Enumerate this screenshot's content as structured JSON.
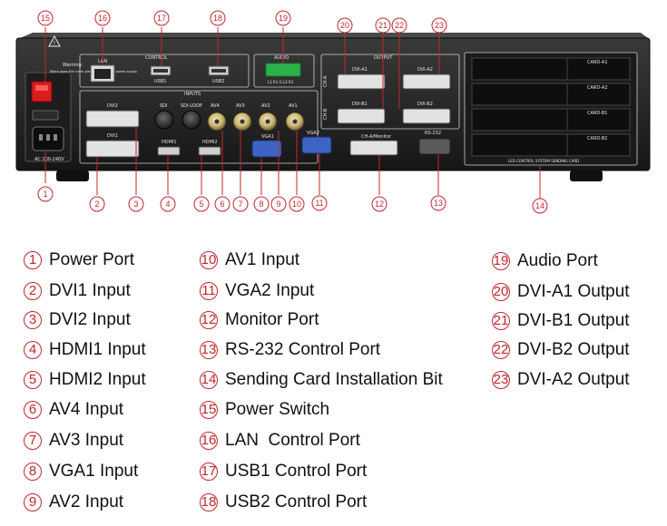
{
  "panel": {
    "warning_title": "Warning:",
    "warning_text": "When open the cover,please remove the power supply",
    "lan": "LAN",
    "control": "CONTROL",
    "usb1": "USB1",
    "usb2": "USB2",
    "audio": "AUDIO",
    "audio_pins": "L1 R1 G L2 R2",
    "output": "OUTPUT",
    "ch_a": "CH-A",
    "ch_b": "CH-B",
    "dvi_a1": "DVI-A1",
    "dvi_a2": "DVI-A2",
    "dvi_b1": "DVI-B1",
    "dvi_b2": "DVI-B2",
    "inputs": "INPUTS",
    "dvi2": "DVI2",
    "dvi1": "DVI1",
    "sdi": "SDI",
    "sdi_loop": "SDI-LOOP",
    "hdmi1": "HDMI1",
    "hdmi2": "HDMI2",
    "av4": "AV4",
    "av3": "AV3",
    "av2": "AV2",
    "av1": "AV1",
    "vga1": "VGA1",
    "vga2": "VGA2",
    "monitor": "CH-A/Monitor",
    "rs232": "RS-232",
    "ac": "AC 100-240V",
    "card_a1": "CARD-A1",
    "card_a2": "CARD-A2",
    "card_b1": "CARD-B1",
    "card_b2": "CARD-B2",
    "card_footer": "LED CONTROL SYSTEM SENDING CARD"
  },
  "callouts": [
    "1",
    "2",
    "3",
    "4",
    "5",
    "6",
    "7",
    "8",
    "9",
    "10",
    "11",
    "12",
    "13",
    "14",
    "15",
    "16",
    "17",
    "18",
    "19",
    "20",
    "21",
    "22",
    "23"
  ],
  "legend": [
    {
      "n": "1",
      "text": "Power Port"
    },
    {
      "n": "2",
      "text": "DVI1 Input"
    },
    {
      "n": "3",
      "text": "DVI2 Input"
    },
    {
      "n": "4",
      "text": "HDMI1 Input"
    },
    {
      "n": "5",
      "text": "HDMI2 Input"
    },
    {
      "n": "6",
      "text": "AV4 Input"
    },
    {
      "n": "7",
      "text": "AV3 Input"
    },
    {
      "n": "8",
      "text": "VGA1 Input"
    },
    {
      "n": "9",
      "text": "AV2 Input"
    },
    {
      "n": "10",
      "text": "AV1 Input"
    },
    {
      "n": "11",
      "text": "VGA2 Input"
    },
    {
      "n": "12",
      "text": "Monitor Port"
    },
    {
      "n": "13",
      "text": "RS-232 Control Port"
    },
    {
      "n": "14",
      "text": "Sending Card Installation Bit"
    },
    {
      "n": "15",
      "text": "Power Switch"
    },
    {
      "n": "16",
      "text": "LAN  Control Port"
    },
    {
      "n": "17",
      "text": "USB1 Control Port"
    },
    {
      "n": "18",
      "text": "USB2 Control Port"
    },
    {
      "n": "19",
      "text": "Audio Port"
    },
    {
      "n": "20",
      "text": "DVI-A1 Output"
    },
    {
      "n": "21",
      "text": "DVI-B1 Output"
    },
    {
      "n": "22",
      "text": "DVI-B2 Output"
    },
    {
      "n": "23",
      "text": "DVI-A2 Output"
    }
  ]
}
